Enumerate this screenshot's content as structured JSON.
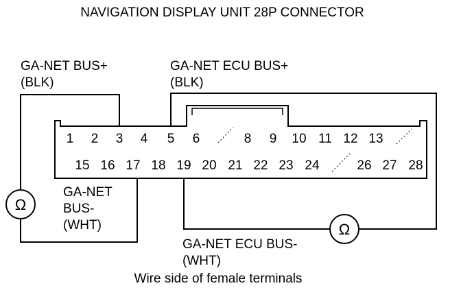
{
  "title": "NAVIGATION DISPLAY UNIT 28P CONNECTOR",
  "labels": {
    "bus_plus": "GA-NET BUS+",
    "bus_plus_color": "(BLK)",
    "ecu_bus_plus": "GA-NET ECU BUS+",
    "ecu_bus_plus_color": "(BLK)",
    "bus_minus_1": "GA-NET",
    "bus_minus_2": "BUS-",
    "bus_minus_color": "(WHT)",
    "ecu_bus_minus": "GA-NET ECU BUS-",
    "ecu_bus_minus_color": "(WHT)"
  },
  "meter_symbol": "Ω",
  "pins_top": [
    "1",
    "2",
    "3",
    "4",
    "5",
    "6",
    "8",
    "9",
    "10",
    "11",
    "12",
    "13"
  ],
  "pins_bottom": [
    "15",
    "16",
    "17",
    "18",
    "19",
    "20",
    "21",
    "22",
    "23",
    "24",
    "26",
    "27",
    "28"
  ],
  "caption": "Wire side of female terminals",
  "colors": {
    "ink": "#000000",
    "background": "#ffffff"
  }
}
